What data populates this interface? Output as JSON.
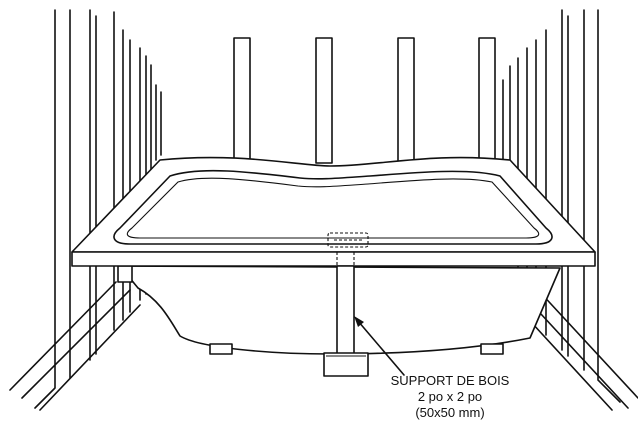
{
  "callout": {
    "line1": "SUPPORT DE BOIS",
    "line2": "2 po x 2 po",
    "line3": "(50x50 mm)"
  },
  "colors": {
    "stroke": "#111111",
    "background": "#ffffff"
  }
}
